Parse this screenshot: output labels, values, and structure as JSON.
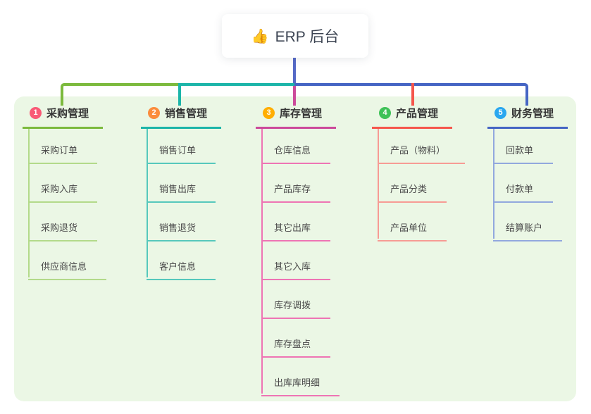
{
  "root": {
    "label": "ERP 后台",
    "icon": "👍",
    "line_color": "#5569c6"
  },
  "panel": {
    "background": "#ebf7e5"
  },
  "branches": [
    {
      "badge": "1",
      "label": "采购管理",
      "badge_color": "#f95a76",
      "line_color": "#7cba3d",
      "child_color": "#b3da8a",
      "children": [
        "采购订单",
        "采购入库",
        "采购退货",
        "供应商信息"
      ]
    },
    {
      "badge": "2",
      "label": "销售管理",
      "badge_color": "#fb8c3c",
      "line_color": "#1cb5a9",
      "child_color": "#56c8bc",
      "children": [
        "销售订单",
        "销售出库",
        "销售退货",
        "客户信息"
      ]
    },
    {
      "badge": "3",
      "label": "库存管理",
      "badge_color": "#ffae02",
      "line_color": "#cc4a9b",
      "child_color": "#ee74b4",
      "children": [
        "仓库信息",
        "产品库存",
        "其它出库",
        "其它入库",
        "库存调拨",
        "库存盘点",
        "出库库明细"
      ]
    },
    {
      "badge": "4",
      "label": "产品管理",
      "badge_color": "#3fc258",
      "line_color": "#f5564c",
      "child_color": "#f79b94",
      "children": [
        "产品（物料）",
        "产品分类",
        "产品单位"
      ]
    },
    {
      "badge": "5",
      "label": "财务管理",
      "badge_color": "#2aa7ef",
      "line_color": "#4565c4",
      "child_color": "#92a8de",
      "children": [
        "回款单",
        "付款单",
        "结算账户"
      ]
    }
  ]
}
